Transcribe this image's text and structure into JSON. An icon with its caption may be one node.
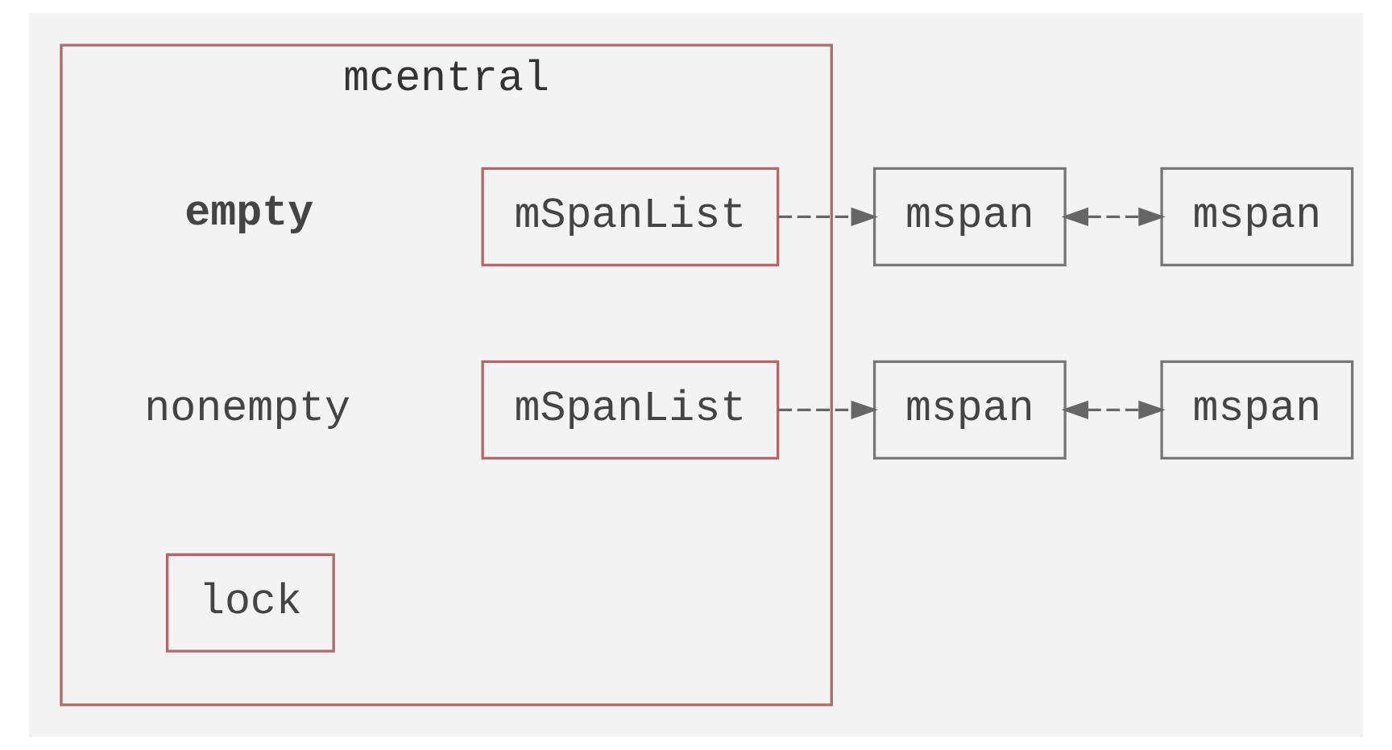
{
  "diagram": {
    "nodes": [
      {
        "text": [
          "mcentral"
        ]
      },
      {
        "text": [
          "mSpanList"
        ],
        "in": 0,
        "beside": [
          "empty"
        ]
      },
      {
        "text": [
          "mSpanList"
        ],
        "in": 0,
        "beside": [
          "nonempty"
        ]
      },
      {
        "text": [
          "lock"
        ],
        "in": 0
      },
      {
        "text": [
          "mspan"
        ]
      },
      {
        "text": [
          "mspan"
        ]
      },
      {
        "text": [
          "mspan"
        ]
      },
      {
        "text": [
          "mspan"
        ]
      }
    ],
    "edges": [
      {
        "from": 1,
        "to": 4,
        "arrow": "to",
        "style": "dashed"
      },
      {
        "from": 4,
        "to": 5,
        "arrow": "both",
        "style": "dashed"
      },
      {
        "from": 2,
        "to": 6,
        "arrow": "to",
        "style": "dashed"
      },
      {
        "from": 6,
        "to": 7,
        "arrow": "both",
        "style": "dashed"
      }
    ]
  }
}
